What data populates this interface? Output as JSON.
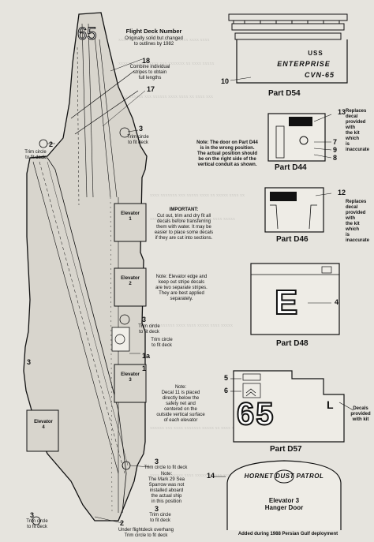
{
  "hull_number": "65",
  "labels": {
    "flight_deck_title": "Flight Deck Number",
    "flight_deck_sub": "Originally solid but changed\nto outlines by 1982",
    "n18": "18",
    "combine_note": "Combine individual\nstripes to obtain\nfull lengths",
    "n17": "17",
    "n3a": "3",
    "trim_fit_a": "Trim circle\nto fit deck",
    "n2a": "2",
    "trim_fit_b": "Trim circle\nto fit deck",
    "important_title": "IMPORTANT:",
    "important_body": "Cut out, trim and dry fit all\ndecals before transferring\nthem with water. It may be\neasier to place some decals\nif they are cut into sections.",
    "elevator_note": "Note: Elevator edge and\nkeep out stripe decals\nare two separate stripes.\nThey are best applied\nseparately.",
    "n3b": "3",
    "trim_fit_c": "Trim circle\nto fit deck",
    "trim_fit_d": "Trim circle\nto fit deck",
    "n1a": "1a",
    "n1": "1",
    "decal11_note": "Note:\nDecal 11 is placed\ndirectly below the\nsafety net and\ncentered on the\noutside vertical surface\nof each elevator",
    "n3c": "3",
    "trim_fit_e": "Trim circle to fit deck",
    "sparrow_note": "Note:\nThe Mark 29 Sea\nSparrow was not\ninstalled aboard\nthe actual ship\nin this position",
    "n3d": "3",
    "trim_fit_f": "Trim circle\nto fit deck",
    "n3e": "3",
    "trim_fit_g": "Trim circle\nto fit deck",
    "n2b": "2",
    "under_overhang": "Under flightdeck overhang\nTrim circle to fit deck"
  },
  "elevators": [
    "Elevator\n1",
    "Elevator\n2",
    "Elevator\n3",
    "Elevator\n4"
  ],
  "parts": {
    "d54": {
      "label": "Part D54",
      "ship_name": "USS",
      "ship_name2": "ENTERPRISE",
      "hull": "CVN-65",
      "callout": "10"
    },
    "d44": {
      "label": "Part D44",
      "callout13": "13",
      "callout7": "7",
      "callout9": "9",
      "callout8": "8",
      "replaces": "Replaces decal\nprovided with\nthe kit which\nis inaccurate",
      "door_note": "Note: The door on Part D44\nis in the wrong position.\nThe actual position should\nbe on the right side of the\nvertical conduit as shown."
    },
    "d46": {
      "label": "Part D46",
      "callout12": "12",
      "replaces": "Replaces decal\nprovided with\nthe kit which\nis inaccurate"
    },
    "d48": {
      "label": "Part D48",
      "letter": "E",
      "callout4": "4"
    },
    "d57": {
      "label": "Part D57",
      "number": "65",
      "callout5": "5",
      "callout6": "6",
      "callout_l": "L",
      "decals_note": "Decals\nprovided\nwith kit"
    },
    "hangar": {
      "callout14": "14",
      "banner": "HORNET  DUST  PATROL",
      "title": "Elevator 3\nHanger Door",
      "added": "Added during 1988 Persian Gulf deployment"
    }
  }
}
